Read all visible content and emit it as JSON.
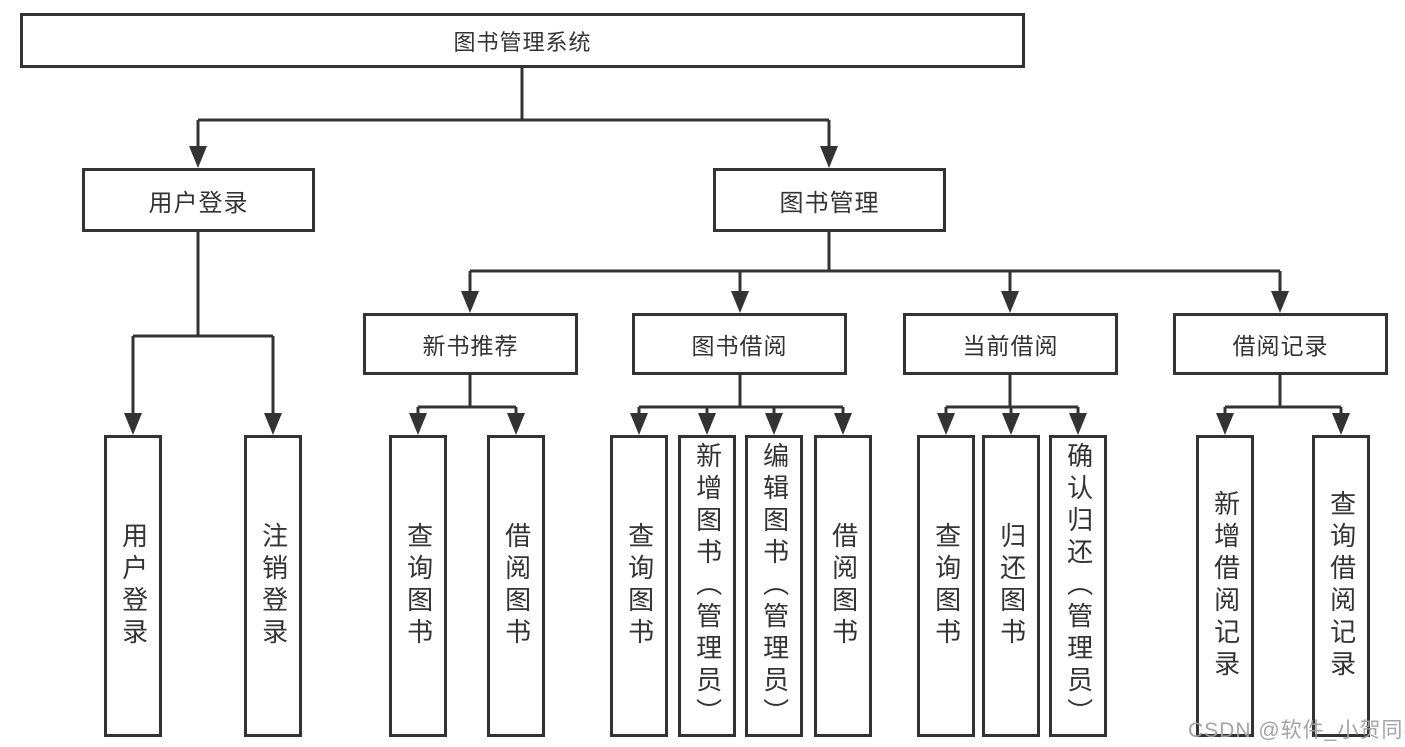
{
  "tree": {
    "root": {
      "label": "图书管理系统"
    },
    "children": [
      {
        "label": "用户登录",
        "children": [
          {
            "label": "用户登录"
          },
          {
            "label": "注销登录"
          }
        ]
      },
      {
        "label": "图书管理",
        "children": [
          {
            "label": "新书推荐",
            "children": [
              {
                "label": "查询图书"
              },
              {
                "label": "借阅图书"
              }
            ]
          },
          {
            "label": "图书借阅",
            "children": [
              {
                "label": "查询图书"
              },
              {
                "label": "新增图书（管理员）"
              },
              {
                "label": "编辑图书（管理员）"
              },
              {
                "label": "借阅图书"
              }
            ]
          },
          {
            "label": "当前借阅",
            "children": [
              {
                "label": "查询图书"
              },
              {
                "label": "归还图书"
              },
              {
                "label": "确认归还（管理员）"
              }
            ]
          },
          {
            "label": "借阅记录",
            "children": [
              {
                "label": "新增借阅记录"
              },
              {
                "label": "查询借阅记录"
              }
            ]
          }
        ]
      }
    ]
  },
  "watermark": {
    "text": "CSDN @软件_小贺同学"
  },
  "colors": {
    "line": "#333333",
    "box_border": "#333333",
    "box_fill": "#ffffff",
    "text": "#333333",
    "watermark": "#9e9ea6",
    "background": "#ffffff"
  }
}
